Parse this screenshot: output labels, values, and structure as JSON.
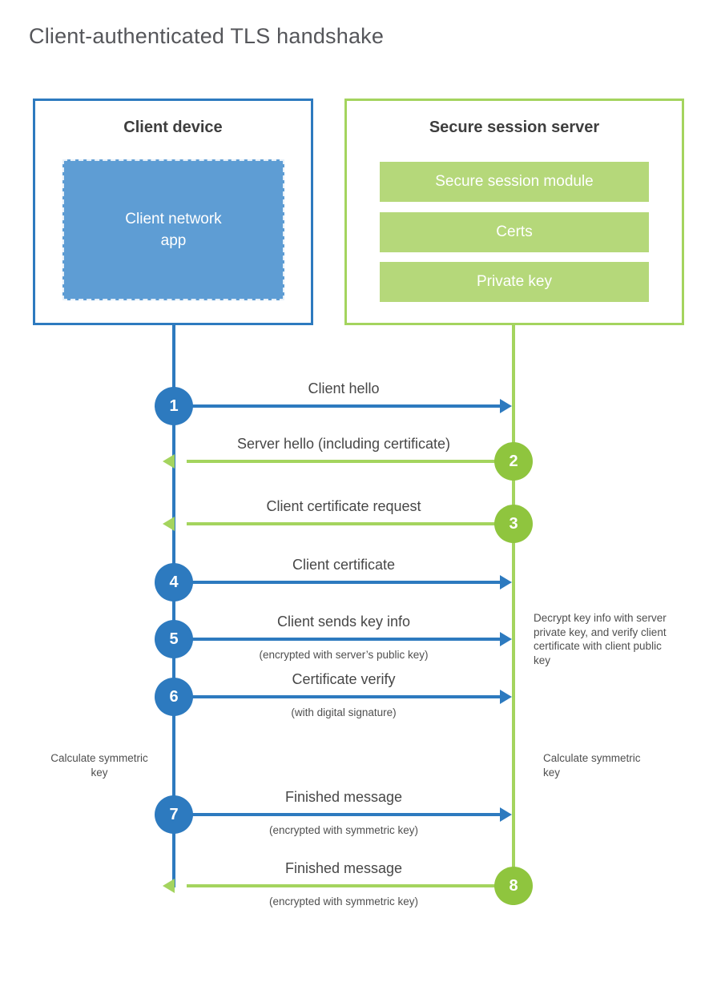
{
  "title": "Client-authenticated TLS handshake",
  "colors": {
    "blue": "#2d7abf",
    "blue_light": "#5e9dd4",
    "green": "#a4d45e",
    "green_dark": "#8fc53e",
    "green_light": "#b5d87a"
  },
  "client": {
    "title": "Client device",
    "app_label": "Client network app"
  },
  "server": {
    "title": "Secure session server",
    "modules": [
      "Secure session module",
      "Certs",
      "Private key"
    ]
  },
  "steps": [
    {
      "num": "1",
      "from": "client",
      "label": "Client hello",
      "sublabel": ""
    },
    {
      "num": "2",
      "from": "server",
      "label": "Server hello (including certificate)",
      "sublabel": ""
    },
    {
      "num": "3",
      "from": "server",
      "label": "Client certificate request",
      "sublabel": ""
    },
    {
      "num": "4",
      "from": "client",
      "label": "Client certificate",
      "sublabel": ""
    },
    {
      "num": "5",
      "from": "client",
      "label": "Client sends key info",
      "sublabel": "(encrypted with server’s public key)"
    },
    {
      "num": "6",
      "from": "client",
      "label": "Certificate verify",
      "sublabel": "(with digital signature)"
    },
    {
      "num": "7",
      "from": "client",
      "label": "Finished message",
      "sublabel": "(encrypted with symmetric key)"
    },
    {
      "num": "8",
      "from": "server",
      "label": "Finished message",
      "sublabel": "(encrypted with symmetric key)"
    }
  ],
  "notes": [
    {
      "id": "decrypt-note",
      "text": "Decrypt key info with server private key, and verify client certificate with client public key"
    },
    {
      "id": "calc-client-note",
      "text": "Calculate symmetric key"
    },
    {
      "id": "calc-server-note",
      "text": "Calculate symmetric key"
    }
  ]
}
